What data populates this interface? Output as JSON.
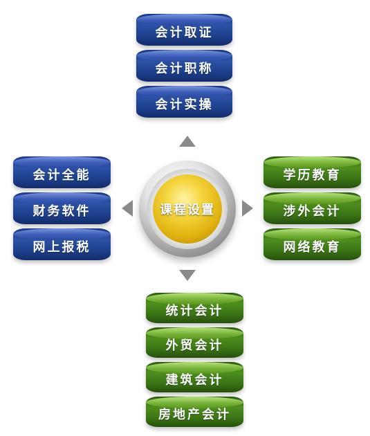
{
  "center": {
    "label": "课程设置"
  },
  "top_group": {
    "items": [
      {
        "label": "会计取证"
      },
      {
        "label": "会计职称"
      },
      {
        "label": "会计实操"
      }
    ]
  },
  "left_group": {
    "items": [
      {
        "label": "会计全能"
      },
      {
        "label": "财务软件"
      },
      {
        "label": "网上报税"
      }
    ]
  },
  "right_group": {
    "items": [
      {
        "label": "学历教育"
      },
      {
        "label": "涉外会计"
      },
      {
        "label": "网络教育"
      }
    ]
  },
  "bottom_group": {
    "items": [
      {
        "label": "统计会计"
      },
      {
        "label": "外贸会计"
      },
      {
        "label": "建筑会计"
      },
      {
        "label": "房地产会计"
      }
    ]
  },
  "colors": {
    "blue_cylinder": "#2c52a6",
    "green_cylinder": "#4e8e1e",
    "hub_gold": "#e0b20e",
    "arrow_gray": "#8a8a8a"
  }
}
